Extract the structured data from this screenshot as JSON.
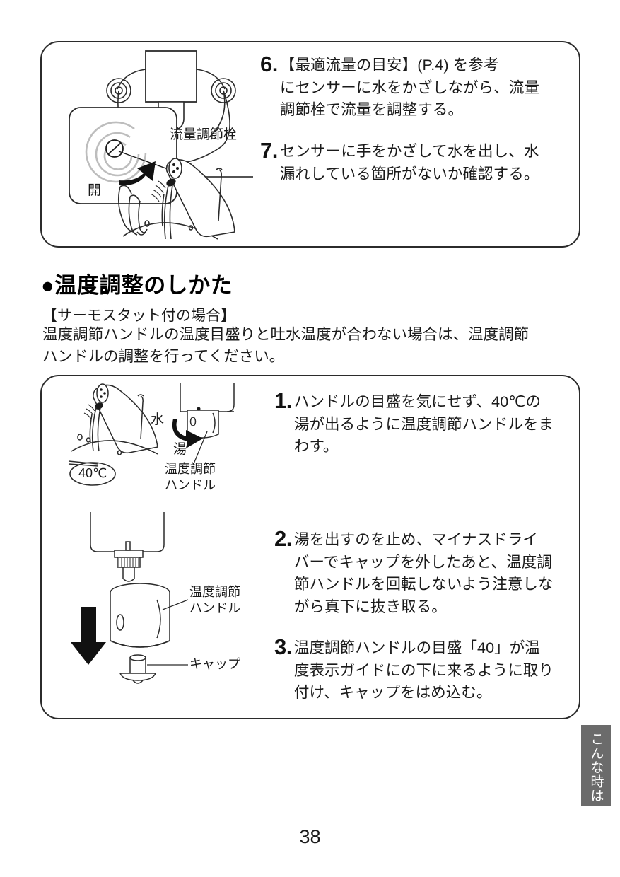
{
  "page": {
    "number": "38",
    "side_tab_label": "こんな時は"
  },
  "panel_flow": {
    "steps": [
      {
        "number": "6.",
        "text": "【最適流量の目安】(P.4) を参考\nにセンサーに水をかざしながら、流量\n調節栓で流量を調整する。"
      },
      {
        "number": "7.",
        "text": "センサーに手をかざして水を出し、水\n漏れしている箇所がないか確認する。"
      }
    ],
    "illustration": {
      "name": "flow-adjust-valve-diagram",
      "labels": {
        "valve": "流量調節栓",
        "open": "開"
      }
    }
  },
  "section": {
    "heading": "●温度調整のしかた",
    "subheading": "【サーモスタット付の場合】",
    "body": "温度調節ハンドルの温度目盛りと吐水温度が合わない場合は、温度調節\nハンドルの調整を行ってください。"
  },
  "panel_temperature": {
    "steps": [
      {
        "number": "1.",
        "text": "ハンドルの目盛を気にせず、40℃の\n湯が出るように温度調節ハンドルをま\nわす。"
      },
      {
        "number": "2.",
        "text": "湯を出すのを止め、マイナスドライ\nバーでキャップを外したあと、温度調\n節ハンドルを回転しないよう注意しな\nがら真下に抜き取る。"
      },
      {
        "number": "3.",
        "text": "温度調節ハンドルの目盛「40」が温\n度表示ガイドにの下に来るように取り\n付け、キャップをはめ込む。"
      }
    ],
    "illustration_handle": {
      "name": "thermostat-handle-diagram",
      "labels": {
        "cold": "水",
        "hot": "湯",
        "handle": "温度調節\nハンドル",
        "temperature": "40℃"
      }
    },
    "illustration_cap": {
      "name": "handle-cap-removal-diagram",
      "labels": {
        "handle": "温度調節\nハンドル",
        "cap": "キャップ"
      }
    }
  },
  "colors": {
    "ink": "#1a1a1a",
    "line": "#2b2b2b",
    "tab_background": "#6b6b6b",
    "tab_text": "#ffffff",
    "ghost_line": "#b9b9b9"
  }
}
